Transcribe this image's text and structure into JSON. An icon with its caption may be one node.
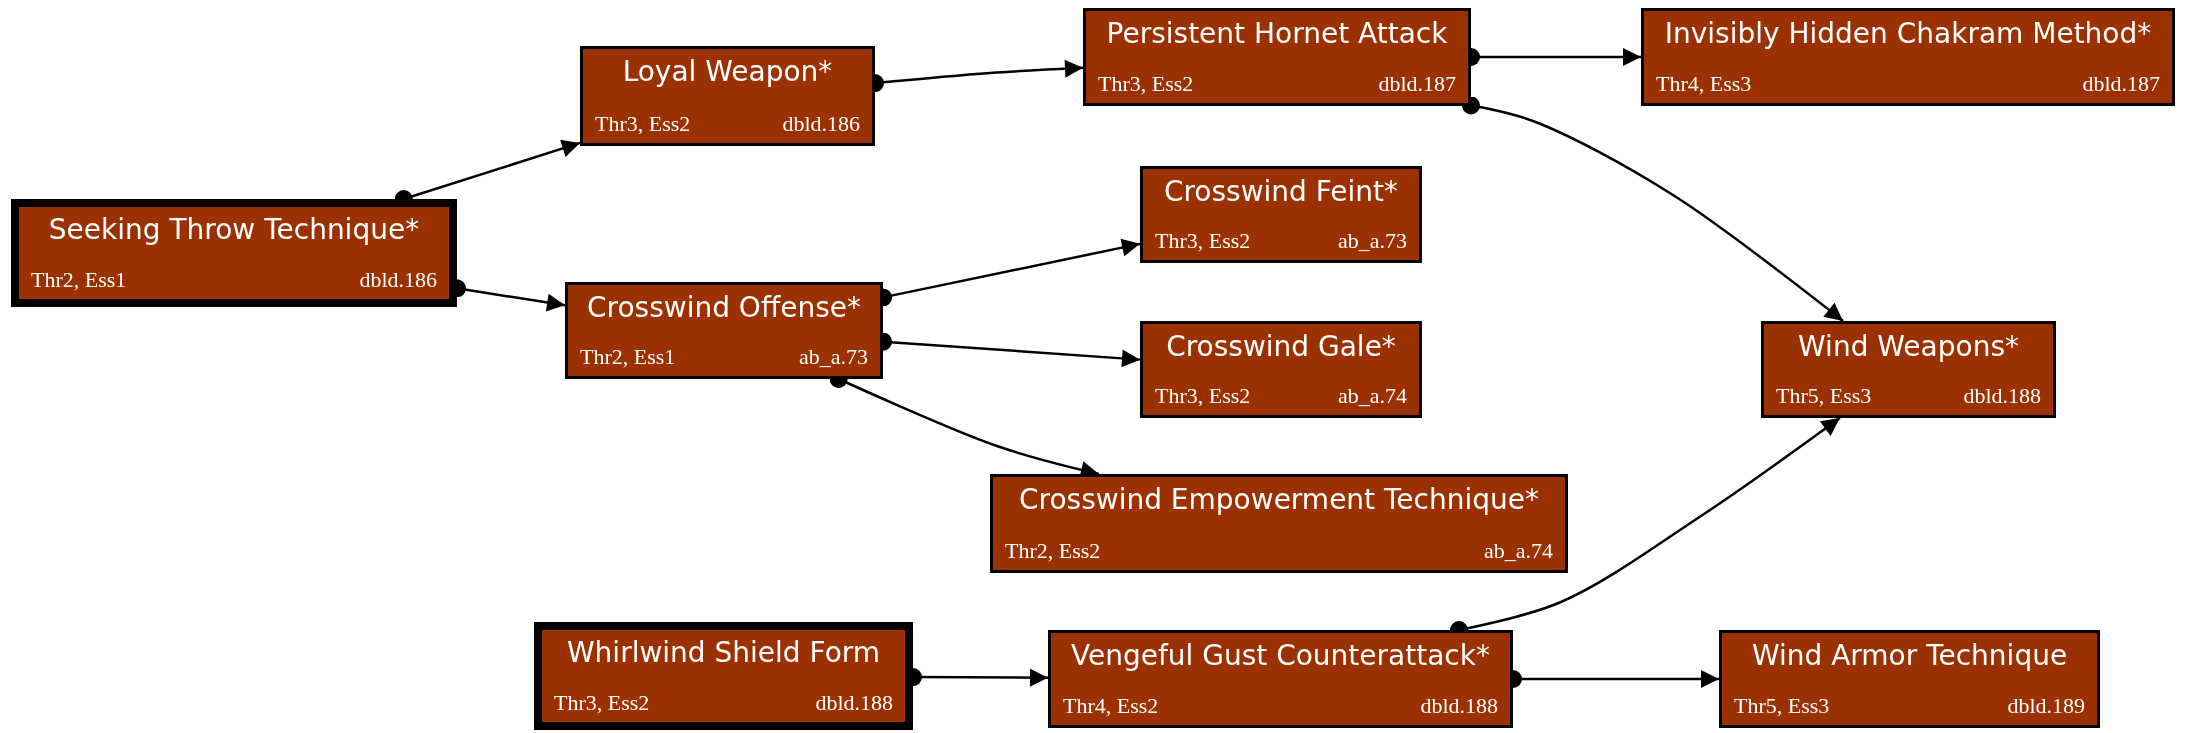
{
  "diagram": {
    "nodes": [
      {
        "text": [
          "Seeking Throw Technique*",
          "Thr2, Ess1",
          "dbld.186"
        ]
      },
      {
        "text": [
          "Loyal Weapon*",
          "Thr3, Ess2",
          "dbld.186"
        ]
      },
      {
        "text": [
          "Persistent Hornet Attack",
          "Thr3, Ess2",
          "dbld.187"
        ]
      },
      {
        "text": [
          "Invisibly Hidden Chakram Method*",
          "Thr4, Ess3",
          "dbld.187"
        ]
      },
      {
        "text": [
          "Crosswind Feint*",
          "Thr3, Ess2",
          "ab_a.73"
        ]
      },
      {
        "text": [
          "Crosswind Offense*",
          "Thr2, Ess1",
          "ab_a.73"
        ]
      },
      {
        "text": [
          "Crosswind Gale*",
          "Thr3, Ess2",
          "ab_a.74"
        ]
      },
      {
        "text": [
          "Wind Weapons*",
          "Thr5, Ess3",
          "dbld.188"
        ]
      },
      {
        "text": [
          "Crosswind Empowerment Technique*",
          "Thr2, Ess2",
          "ab_a.74"
        ]
      },
      {
        "text": [
          "Whirlwind Shield Form",
          "Thr3, Ess2",
          "dbld.188"
        ]
      },
      {
        "text": [
          "Vengeful Gust Counterattack*",
          "Thr4, Ess2",
          "dbld.188"
        ]
      },
      {
        "text": [
          "Wind Armor Technique",
          "Thr5, Ess3",
          "dbld.189"
        ]
      }
    ],
    "edges": [
      {
        "from": 0,
        "to": 1,
        "arrow": "to"
      },
      {
        "from": 0,
        "to": 5,
        "arrow": "to"
      },
      {
        "from": 1,
        "to": 2,
        "arrow": "to"
      },
      {
        "from": 2,
        "to": 3,
        "arrow": "to"
      },
      {
        "from": 2,
        "to": 7,
        "arrow": "to"
      },
      {
        "from": 5,
        "to": 4,
        "arrow": "to"
      },
      {
        "from": 5,
        "to": 6,
        "arrow": "to"
      },
      {
        "from": 5,
        "to": 8,
        "arrow": "to"
      },
      {
        "from": 9,
        "to": 10,
        "arrow": "to"
      },
      {
        "from": 10,
        "to": 7,
        "arrow": "to"
      },
      {
        "from": 10,
        "to": 11,
        "arrow": "to"
      }
    ]
  }
}
